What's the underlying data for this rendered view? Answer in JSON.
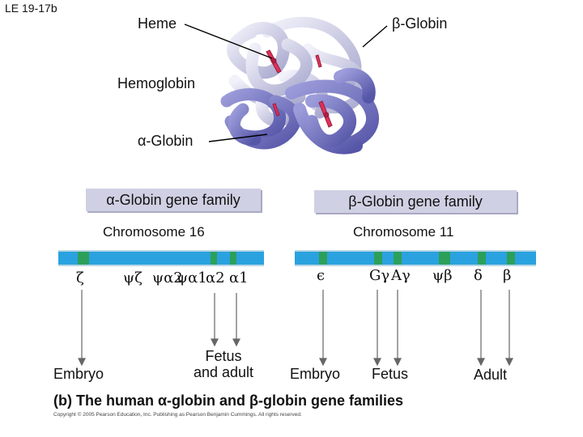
{
  "slide_id": "LE 19-17b",
  "protein_labels": {
    "heme": "Heme",
    "beta_globin": "β-Globin",
    "hemoglobin": "Hemoglobin",
    "alpha_globin": "α-Globin"
  },
  "families": {
    "alpha": {
      "title": "α-Globin gene family",
      "chromosome": "Chromosome 16"
    },
    "beta": {
      "title": "β-Globin gene family",
      "chromosome": "Chromosome 11"
    }
  },
  "alpha_genes": [
    "ζ",
    "ψζ",
    "ψα2",
    "ψα1",
    "α2",
    "α1"
  ],
  "beta_genes": [
    "ϵ",
    "Gγ",
    "Aγ",
    "ψβ",
    "δ",
    "β"
  ],
  "stage_labels": {
    "alpha_embryo": "Embryo",
    "alpha_fetus_adult": "Fetus\nand adult",
    "beta_embryo": "Embryo",
    "beta_fetus": "Fetus",
    "beta_adult": "Adult"
  },
  "caption": "(b) The human α-globin and β-globin gene families",
  "copyright": "Copyright © 2005 Pearson Education, Inc. Publishing as Pearson Benjamin Cummings. All rights reserved.",
  "colors": {
    "chromosome": "#2aa2df",
    "gene_band": "#2ca05a",
    "box_fill": "#d0d0e4",
    "alpha_chain": "#7d7dc8",
    "beta_chain": "#d9d9ee",
    "heme": "#e0305a"
  }
}
